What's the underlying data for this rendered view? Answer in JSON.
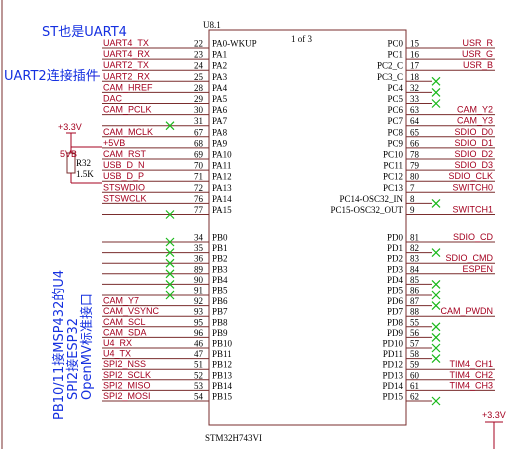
{
  "chip": {
    "ref": "U8.1",
    "part": "STM32H743VI",
    "page": "1 of 3"
  },
  "left_pins": [
    {
      "name": "PA0-WKUP",
      "num": "22",
      "net": "UART4_TX",
      "nc": false
    },
    {
      "name": "PA1",
      "num": "23",
      "net": "UART4_RX",
      "nc": false
    },
    {
      "name": "PA2",
      "num": "24",
      "net": "UART2_TX",
      "nc": false
    },
    {
      "name": "PA3",
      "num": "25",
      "net": "UART2_RX",
      "nc": false
    },
    {
      "name": "PA4",
      "num": "28",
      "net": "CAM_HREF",
      "nc": false
    },
    {
      "name": "PA5",
      "num": "29",
      "net": "DAC",
      "nc": false
    },
    {
      "name": "PA6",
      "num": "30",
      "net": "CAM_PCLK",
      "nc": false
    },
    {
      "name": "PA7",
      "num": "31",
      "net": "",
      "nc": true
    },
    {
      "name": "PA8",
      "num": "67",
      "net": "CAM_MCLK",
      "nc": false
    },
    {
      "name": "PA9",
      "num": "68",
      "net": "+5VB",
      "nc": false
    },
    {
      "name": "PA10",
      "num": "69",
      "net": "CAM_RST",
      "nc": false
    },
    {
      "name": "PA11",
      "num": "70",
      "net": "USB_D_N",
      "nc": false
    },
    {
      "name": "PA12",
      "num": "71",
      "net": "USB_D_P",
      "nc": false
    },
    {
      "name": "PA13",
      "num": "72",
      "net": "STSWDIO",
      "nc": false
    },
    {
      "name": "PA14",
      "num": "76",
      "net": "STSWCLK",
      "nc": false
    },
    {
      "name": "PA15",
      "num": "77",
      "net": "",
      "nc": true
    },
    {
      "name": "PB0",
      "num": "34",
      "net": "",
      "nc": true
    },
    {
      "name": "PB1",
      "num": "35",
      "net": "",
      "nc": true
    },
    {
      "name": "PB2",
      "num": "36",
      "net": "",
      "nc": true
    },
    {
      "name": "PB3",
      "num": "89",
      "net": "",
      "nc": true
    },
    {
      "name": "PB4",
      "num": "90",
      "net": "",
      "nc": true
    },
    {
      "name": "PB5",
      "num": "91",
      "net": "",
      "nc": true
    },
    {
      "name": "PB6",
      "num": "92",
      "net": "CAM_Y7",
      "nc": false
    },
    {
      "name": "PB7",
      "num": "93",
      "net": "CAM_VSYNC",
      "nc": false
    },
    {
      "name": "PB8",
      "num": "95",
      "net": "CAM_SCL",
      "nc": false
    },
    {
      "name": "PB9",
      "num": "96",
      "net": "CAM_SDA",
      "nc": false
    },
    {
      "name": "PB10",
      "num": "46",
      "net": "U4_RX",
      "nc": false
    },
    {
      "name": "PB11",
      "num": "47",
      "net": "U4_TX",
      "nc": false
    },
    {
      "name": "PB12",
      "num": "51",
      "net": "SPI2_NSS",
      "nc": false
    },
    {
      "name": "PB13",
      "num": "52",
      "net": "SPI2_SCLK",
      "nc": false
    },
    {
      "name": "PB14",
      "num": "53",
      "net": "SPI2_MISO",
      "nc": false
    },
    {
      "name": "PB15",
      "num": "54",
      "net": "SPI2_MOSI",
      "nc": false
    }
  ],
  "right_pins": [
    {
      "name": "PC0",
      "num": "15",
      "net": "USR_R",
      "nc": false
    },
    {
      "name": "PC1",
      "num": "16",
      "net": "USR_G",
      "nc": false
    },
    {
      "name": "PC2_C",
      "num": "17",
      "net": "USR_B",
      "nc": false
    },
    {
      "name": "PC3_C",
      "num": "18",
      "net": "",
      "nc": true
    },
    {
      "name": "PC4",
      "num": "32",
      "net": "",
      "nc": true
    },
    {
      "name": "PC5",
      "num": "33",
      "net": "",
      "nc": true
    },
    {
      "name": "PC6",
      "num": "63",
      "net": "CAM_Y2",
      "nc": false
    },
    {
      "name": "PC7",
      "num": "64",
      "net": "CAM_Y3",
      "nc": false
    },
    {
      "name": "PC8",
      "num": "65",
      "net": "SDIO_D0",
      "nc": false
    },
    {
      "name": "PC9",
      "num": "66",
      "net": "SDIO_D1",
      "nc": false
    },
    {
      "name": "PC10",
      "num": "78",
      "net": "SDIO_D2",
      "nc": false
    },
    {
      "name": "PC11",
      "num": "79",
      "net": "SDIO_D3",
      "nc": false
    },
    {
      "name": "PC12",
      "num": "80",
      "net": "SDIO_CLK",
      "nc": false
    },
    {
      "name": "PC13",
      "num": "7",
      "net": "SWITCH0",
      "nc": false
    },
    {
      "name": "PC14-OSC32_IN",
      "num": "8",
      "net": "",
      "nc": true
    },
    {
      "name": "PC15-OSC32_OUT",
      "num": "9",
      "net": "SWITCH1",
      "nc": false
    },
    {
      "name": "PD0",
      "num": "81",
      "net": "SDIO_CD",
      "nc": false
    },
    {
      "name": "PD1",
      "num": "82",
      "net": "",
      "nc": true
    },
    {
      "name": "PD2",
      "num": "83",
      "net": "SDIO_CMD",
      "nc": false
    },
    {
      "name": "PD3",
      "num": "84",
      "net": "ESPEN",
      "nc": false
    },
    {
      "name": "PD4",
      "num": "85",
      "net": "",
      "nc": true
    },
    {
      "name": "PD5",
      "num": "86",
      "net": "",
      "nc": true
    },
    {
      "name": "PD6",
      "num": "87",
      "net": "",
      "nc": true
    },
    {
      "name": "PD7",
      "num": "88",
      "net": "CAM_PWDN",
      "nc": false
    },
    {
      "name": "PD8",
      "num": "55",
      "net": "",
      "nc": true
    },
    {
      "name": "PD9",
      "num": "56",
      "net": "",
      "nc": true
    },
    {
      "name": "PD10",
      "num": "57",
      "net": "",
      "nc": true
    },
    {
      "name": "PD11",
      "num": "58",
      "net": "",
      "nc": true
    },
    {
      "name": "PD12",
      "num": "59",
      "net": "TIM4_CH1",
      "nc": false
    },
    {
      "name": "PD13",
      "num": "60",
      "net": "TIM4_CH2",
      "nc": false
    },
    {
      "name": "PD14",
      "num": "61",
      "net": "TIM4_CH3",
      "nc": false
    },
    {
      "name": "PD15",
      "num": "62",
      "net": "",
      "nc": true
    }
  ],
  "annotations": {
    "uart4": "ST也是UART4",
    "uart2": "UART2连接插件",
    "pb10": "PB10/11接MSP432的U4",
    "spi2": "SPI2接ESP32",
    "openmv": "OpenMV标准接口"
  },
  "resistor": {
    "ref": "R32",
    "value": "1.5K",
    "supply": "+3.3V",
    "net": "5VB"
  },
  "right_supply": "+3.3V",
  "colors": {
    "net_label": "#a4001f",
    "net_label_alt": "#1a1ad8",
    "annotation": "#1530e0",
    "no_connect": "#1bb81b",
    "symbol": "#7a2d2d"
  }
}
